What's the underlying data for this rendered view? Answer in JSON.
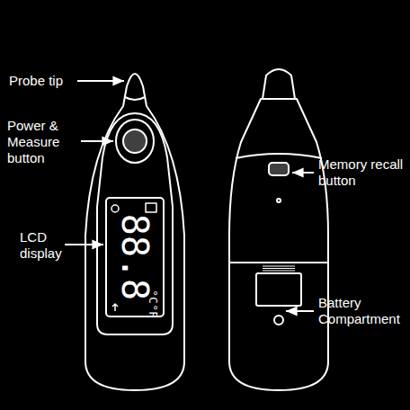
{
  "diagram": {
    "labels": [
      "Probe tip",
      "Power & Measure button",
      "LCD display",
      "Memory recall button",
      "Battery Compartment",
      "88.8",
      "°C",
      "°F"
    ]
  }
}
